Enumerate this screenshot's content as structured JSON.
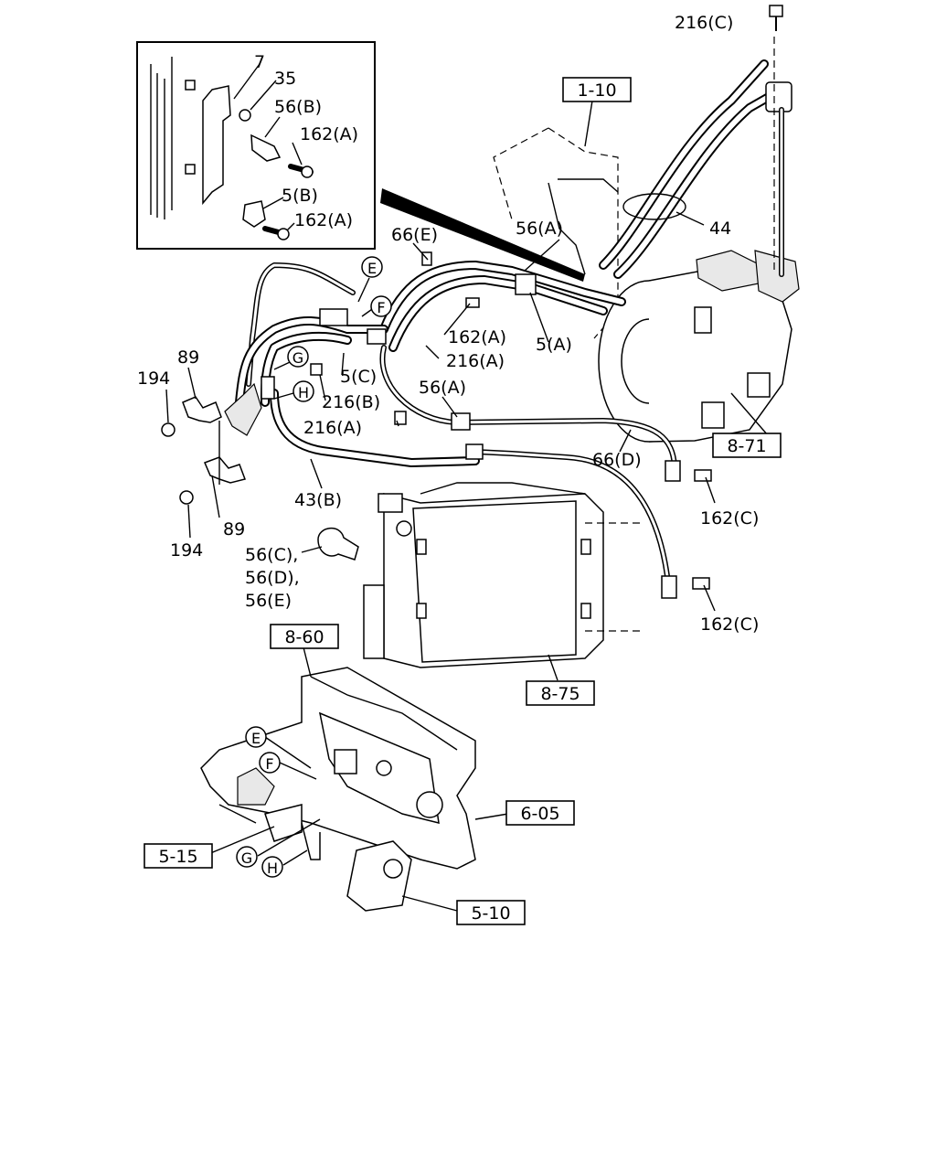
{
  "refs": {
    "r1_10": "1-10",
    "r8_71": "8-71",
    "r8_60": "8-60",
    "r8_75": "8-75",
    "r6_05": "6-05",
    "r5_15": "5-15",
    "r5_10": "5-10"
  },
  "callouts": {
    "c216c": "216(C)",
    "c7": "7",
    "c35": "35",
    "c56b": "56(B)",
    "c162a_1": "162(A)",
    "c5b": "5(B)",
    "c162a_2": "162(A)",
    "c44": "44",
    "c56a_1": "56(A)",
    "c66e": "66(E)",
    "c162a_3": "162(A)",
    "c5a": "5(A)",
    "c216a_1": "216(A)",
    "c5c": "5(C)",
    "c216b": "216(B)",
    "c56a_2": "56(A)",
    "c216a_2": "216(A)",
    "c89_1": "89",
    "c194_1": "194",
    "c66d": "66(D)",
    "c162c_1": "162(C)",
    "c43b": "43(B)",
    "c89_2": "89",
    "c194_2": "194",
    "c56cde_1": "56(C),",
    "c56cde_2": "56(D),",
    "c56cde_3": "56(E)",
    "c162c_2": "162(C)"
  },
  "markers": {
    "E": "E",
    "F": "F",
    "G": "G",
    "H": "H"
  }
}
